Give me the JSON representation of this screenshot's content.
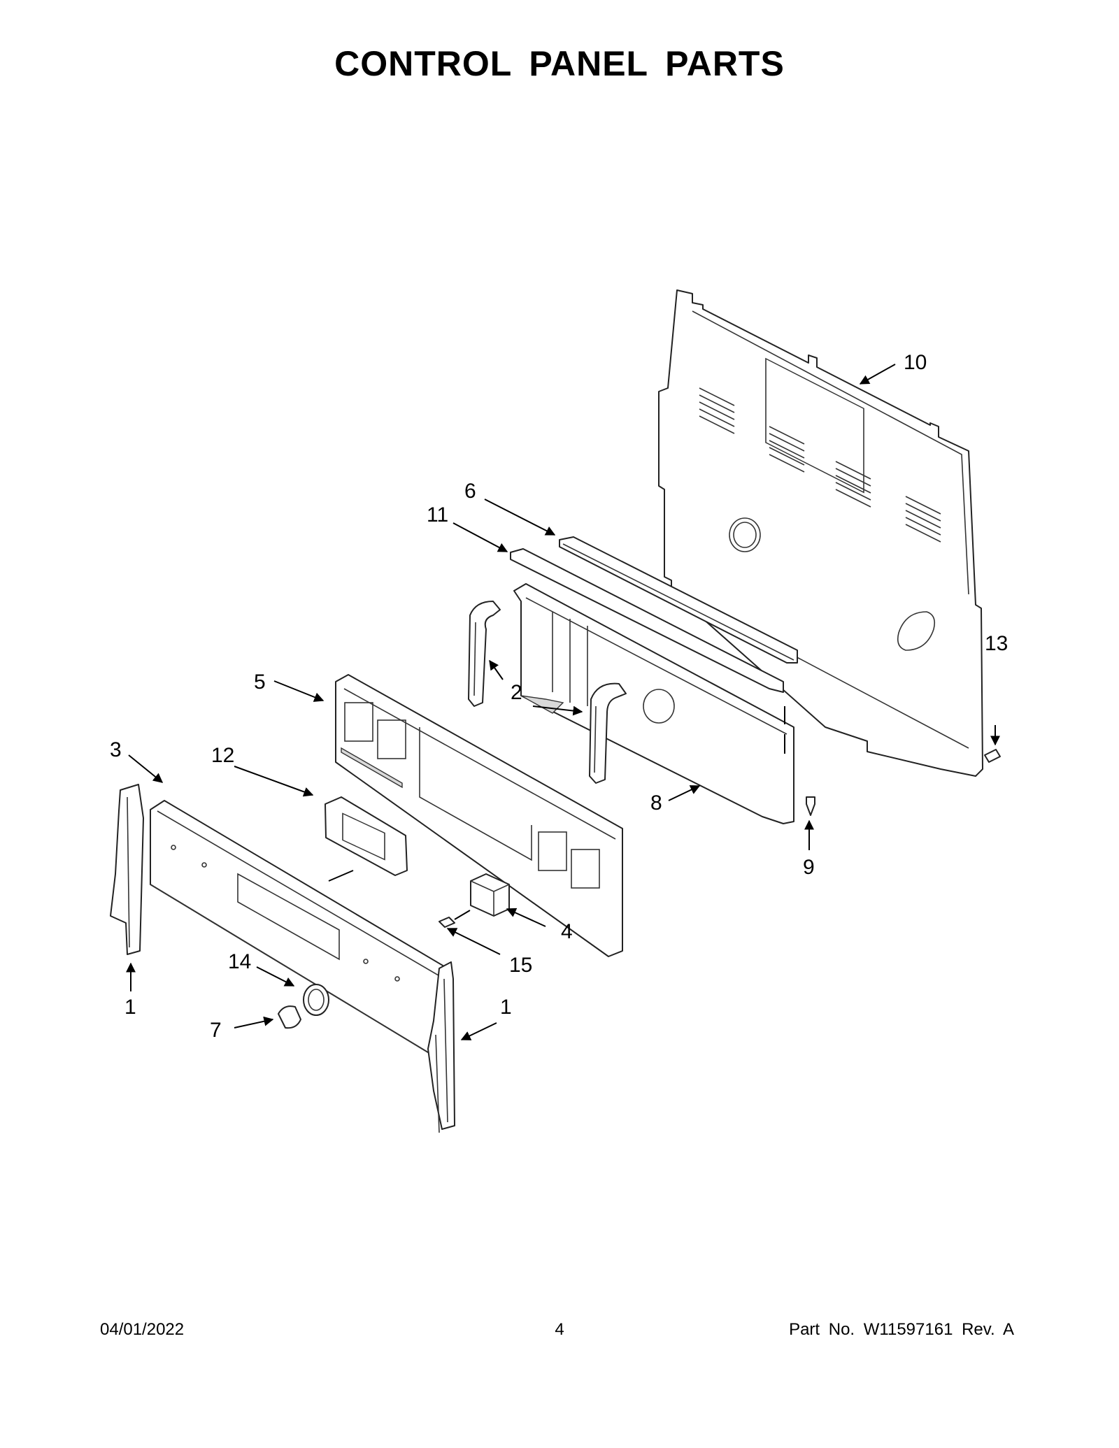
{
  "title": "CONTROL PANEL PARTS",
  "callouts": {
    "c1_left": "1",
    "c1_right": "1",
    "c2": "2",
    "c3": "3",
    "c4": "4",
    "c5": "5",
    "c6": "6",
    "c7": "7",
    "c8": "8",
    "c9": "9",
    "c10": "10",
    "c11": "11",
    "c12": "12",
    "c13": "13",
    "c14": "14",
    "c15": "15"
  },
  "footer": {
    "date": "04/01/2022",
    "page": "4",
    "part_no": "Part No.  W11597161  Rev.  A"
  }
}
